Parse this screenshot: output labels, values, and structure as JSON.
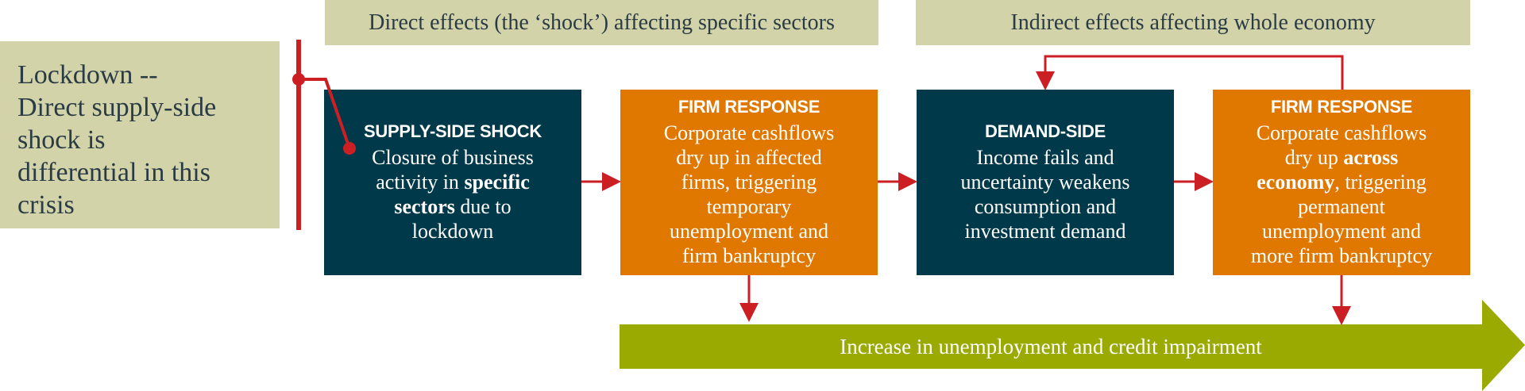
{
  "headers": {
    "direct": "Direct effects (the ‘shock’) affecting specific sectors",
    "indirect": "Indirect effects affecting whole economy"
  },
  "callout": {
    "lines": [
      "Lockdown --",
      "Direct supply-side",
      "shock is",
      "differential in this",
      "crisis"
    ]
  },
  "boxes": {
    "supply": {
      "title": "SUPPLY-SIDE SHOCK",
      "body": [
        "Closure of business",
        "activity in ",
        "specific",
        "sectors",
        " due to",
        "lockdown"
      ]
    },
    "firm1": {
      "title": "FIRM RESPONSE",
      "body": [
        "Corporate cashflows",
        "dry up in affected",
        "firms, triggering",
        "temporary",
        "unemployment and",
        "firm bankruptcy"
      ]
    },
    "demand": {
      "title": "DEMAND-SIDE",
      "body": [
        "Income fails and",
        "uncertainty weakens",
        "consumption and",
        "investment demand"
      ]
    },
    "firm2": {
      "title": "FIRM RESPONSE",
      "body": [
        "Corporate cashflows",
        "dry up ",
        "across",
        "economy",
        ", triggering",
        "permanent",
        "unemployment and",
        "more firm bankruptcy"
      ]
    }
  },
  "outcome": {
    "label": "Increase in unemployment and credit impairment"
  },
  "colors": {
    "khaki": "#d2d3a9",
    "navy": "#003a4a",
    "orange": "#e07800",
    "olive": "#9aaa00",
    "red": "#cc1f24"
  }
}
